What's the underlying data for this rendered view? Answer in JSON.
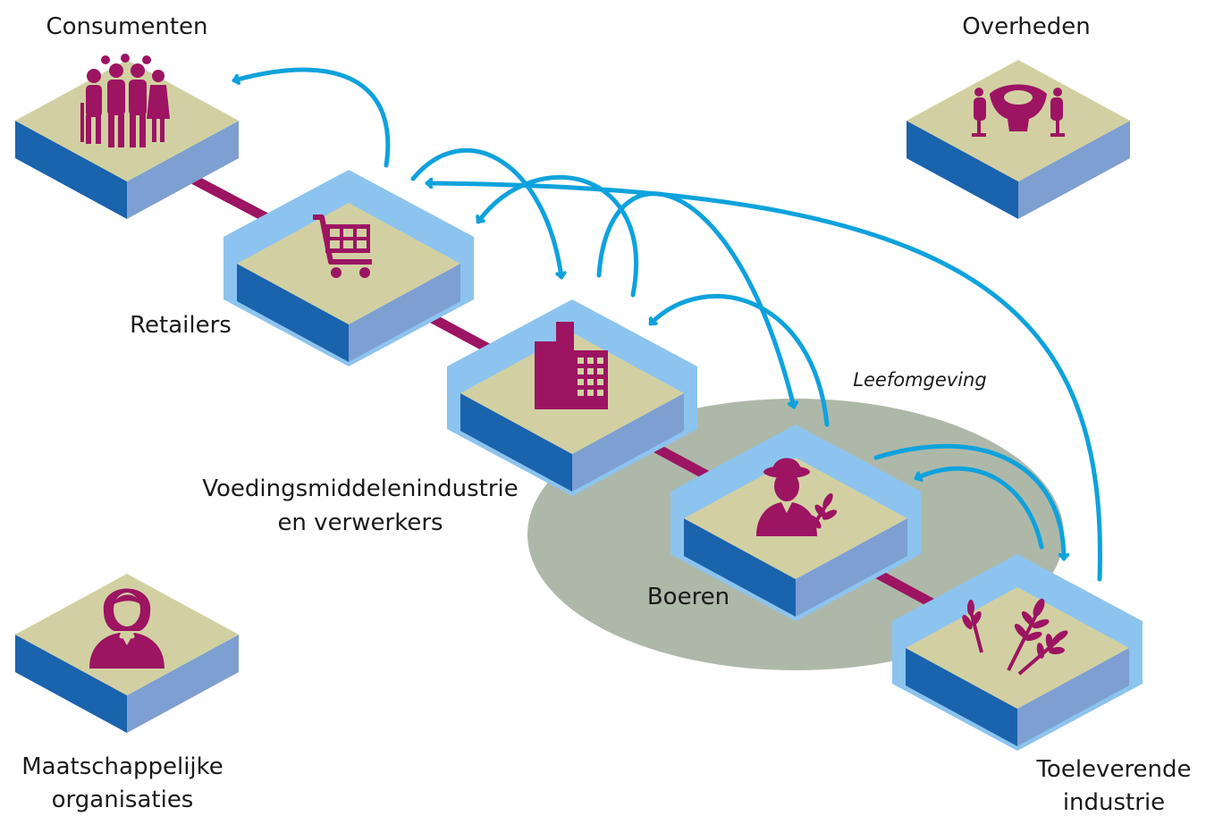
{
  "colors": {
    "tile_top": "#d2d0a2",
    "tile_left": "#1a63ad",
    "tile_right": "#7e9fd1",
    "tile_shadow": "#cfcfcf",
    "halo": "#8cc4ef",
    "icon": "#9c1462",
    "arrow": "#0ea2dd",
    "region": "#aeb8a9"
  },
  "labels": {
    "consumenten": "Consumenten",
    "overheden": "Overheden",
    "retailers": "Retailers",
    "voedings_line1": "Voedingsmiddelenindustrie",
    "voedings_line2": "en verwerkers",
    "boeren": "Boeren",
    "leefomgeving": "Leefomgeving",
    "maatschappelijk_line1": "Maatschappelijke",
    "maatschappelijk_line2": "organisaties",
    "toeleverende_line1": "Toeleverende",
    "toeleverende_line2": "industrie"
  },
  "icons": {
    "consumenten": "group-of-people-icon",
    "overheden": "council-seats-icon",
    "retailers": "shopping-cart-icon",
    "voedings": "factory-building-icon",
    "boeren": "farmer-with-wheat-icon",
    "toeleverende": "wheat-stalks-icon",
    "maatschappelijk": "woman-avatar-icon"
  }
}
